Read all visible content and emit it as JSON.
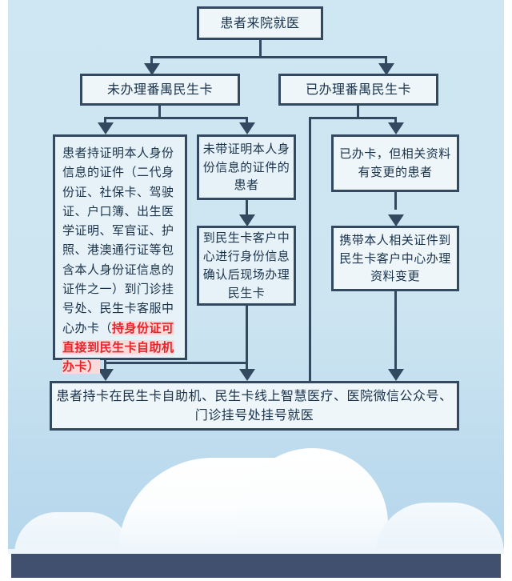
{
  "diagram": {
    "title_box": "患者来院就医",
    "branch_no_card": "未办理番禺民生卡",
    "branch_has_card": "已办理番禺民生卡",
    "with_id_part1": "患者持证明本人身份信息的证件（二代身份证、社保卡、驾驶证、户口簿、出生医学证明、军官证、护照、港澳通行证等包含本人身份证信息的证件之一）到门诊挂号处、民生卡客服中心办卡（",
    "with_id_highlight": "持身份证可直接到民生卡自助机办卡）",
    "no_id_patient": "未带证明本人身份信息的证件的患者",
    "go_service_center": "到民生卡客户中心进行身份信息确认后现场办理民生卡",
    "card_changed": "已办卡，但相关资料有变更的患者",
    "update_info": "携带本人相关证件到民生卡客户中心办理资料变更",
    "final_step": "患者持卡在民生卡自助机、民生卡线上智慧医疗、医院微信公众号、门诊挂号处挂号就医"
  },
  "colors": {
    "background_sky": "#cde5f1",
    "box_border": "#33495f",
    "box_fill": "#e7f2f8",
    "text": "#19334d",
    "highlight_text": "#e8252a",
    "highlight_bg": "#fadadb",
    "bottom_bar": "#41506e",
    "cloud": "#ffffff"
  }
}
